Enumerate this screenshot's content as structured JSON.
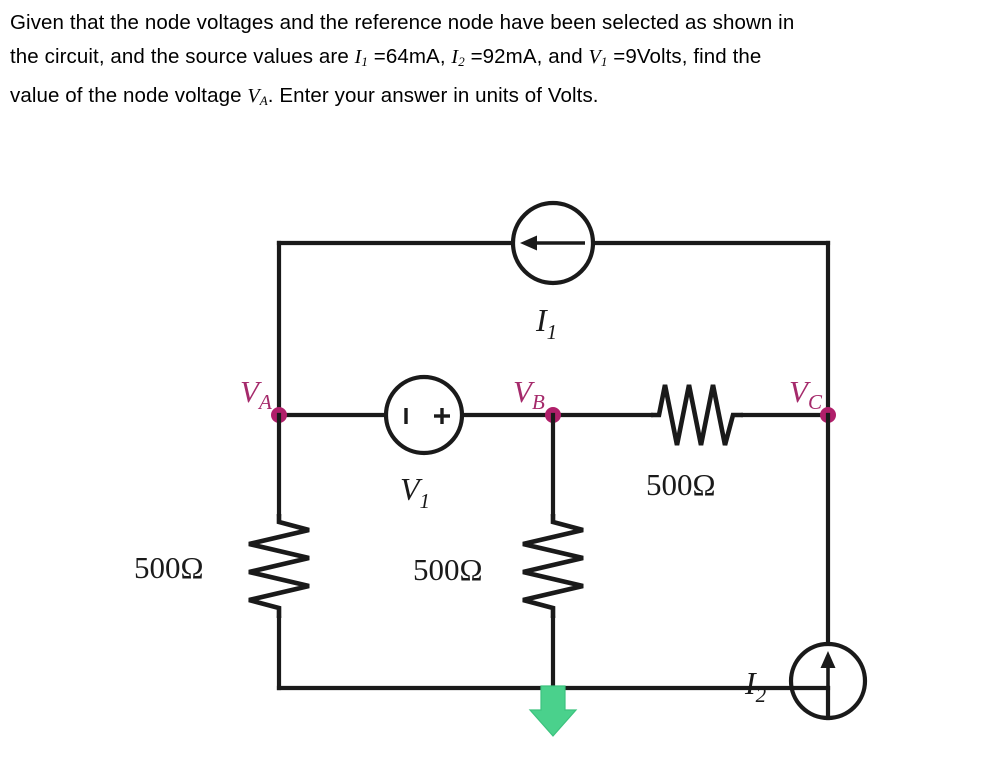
{
  "problem": {
    "line1_a": "Given that the node voltages and the reference node have been selected as shown in",
    "line2_a": "the circuit, and the source values are ",
    "line2_I1_var": "I",
    "line2_I1_sub": "1",
    "line2_I1_val": " =64mA, ",
    "line2_I2_var": "I",
    "line2_I2_sub": "2",
    "line2_I2_val": " =92mA, and ",
    "line2_V1_var": "V",
    "line2_V1_sub": "1",
    "line2_V1_val": " =9Volts, find the",
    "line3_a": "value of the node voltage ",
    "line3_VA_var": "V",
    "line3_VA_sub": "A",
    "line3_b": ".  Enter your answer in units of Volts."
  },
  "circuit": {
    "title": "node-voltage-circuit",
    "nodes": [
      {
        "id": "A",
        "label": "V",
        "sub": "A",
        "color": "#a52a6b"
      },
      {
        "id": "B",
        "label": "V",
        "sub": "B",
        "color": "#a52a6b"
      },
      {
        "id": "C",
        "label": "V",
        "sub": "C",
        "color": "#a52a6b"
      }
    ],
    "sources": [
      {
        "id": "I1",
        "type": "current",
        "label": "I",
        "sub": "1",
        "value": "64mA",
        "direction": "left"
      },
      {
        "id": "I2",
        "type": "current",
        "label": "I",
        "sub": "2",
        "value": "92mA",
        "direction": "up"
      },
      {
        "id": "V1",
        "type": "voltage",
        "label": "V",
        "sub": "1",
        "value": "9Volts",
        "minus": "–",
        "plus": "+"
      }
    ],
    "resistors": [
      {
        "id": "R_left",
        "value": "500Ω",
        "orientation": "vertical"
      },
      {
        "id": "R_middle",
        "value": "500Ω",
        "orientation": "vertical"
      },
      {
        "id": "R_right",
        "value": "500Ω",
        "orientation": "horizontal"
      }
    ],
    "reference_node": {
      "marker": "ground-arrow",
      "color": "#4ad18c"
    }
  }
}
